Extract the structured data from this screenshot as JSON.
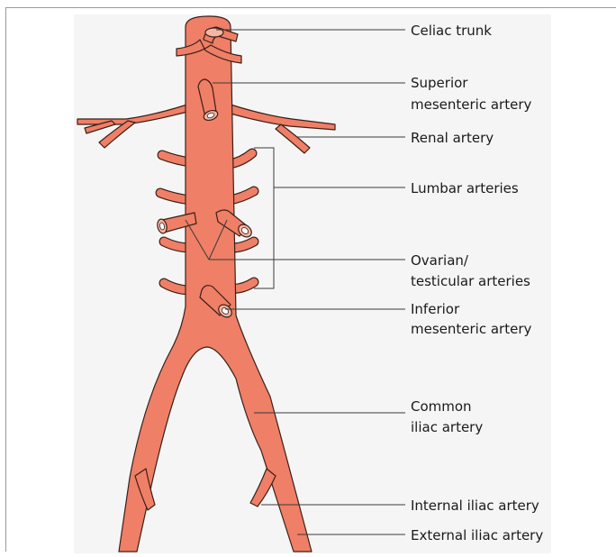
{
  "labels": {
    "celiac_trunk": "Celiac trunk",
    "superior_mesenteric_1": "Superior",
    "superior_mesenteric_2": "mesenteric artery",
    "renal_artery": "Renal artery",
    "lumbar_arteries": "Lumbar arteries",
    "ovarian_1": "Ovarian/",
    "ovarian_2": "testicular arteries",
    "inferior_mesenteric_1": "Inferior",
    "inferior_mesenteric_2": "mesenteric artery",
    "common_iliac_1": "Common",
    "common_iliac_2": "iliac artery",
    "internal_iliac": "Internal iliac artery",
    "external_iliac": "External iliac artery"
  },
  "colors": {
    "artery_fill": "#ef7f66",
    "artery_outline": "#3a2018",
    "panel_background": "#f5f5f5"
  }
}
